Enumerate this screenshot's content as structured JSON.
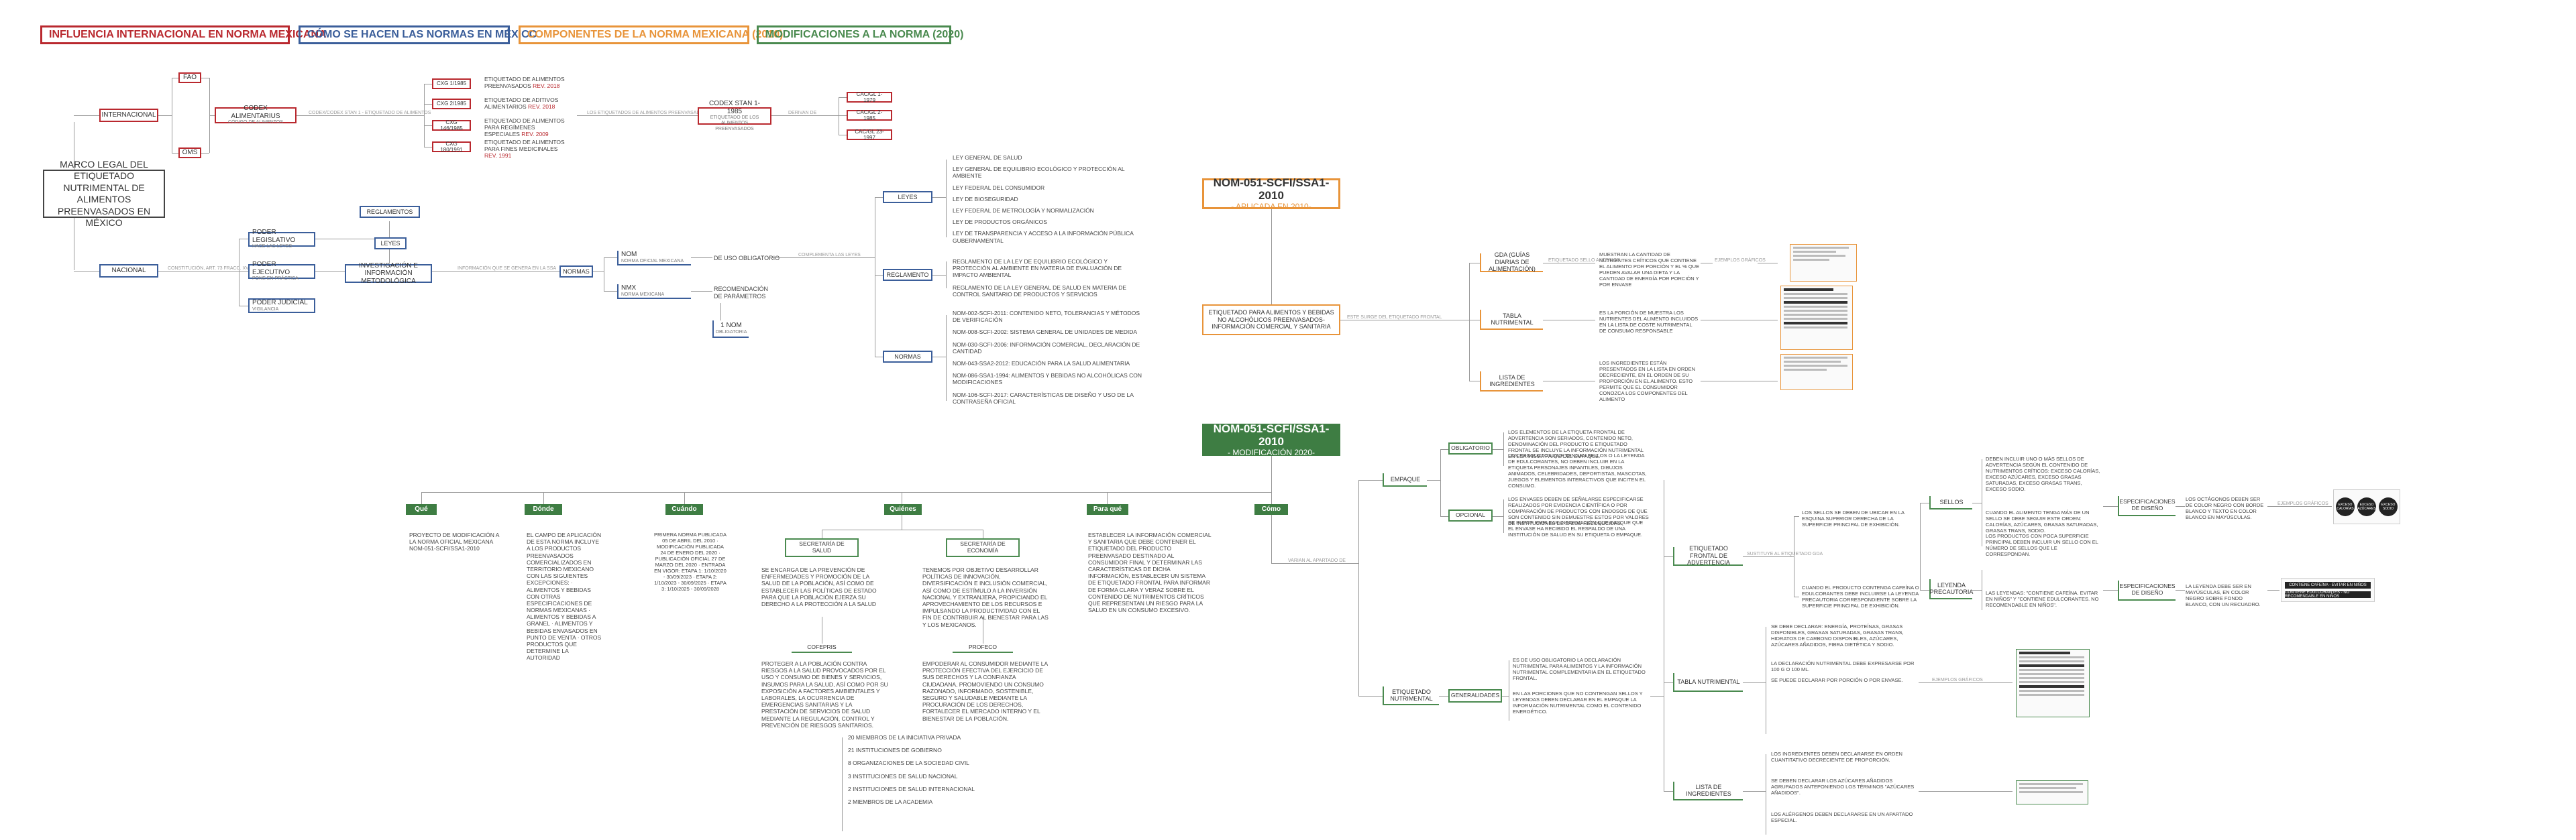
{
  "headers": [
    {
      "label": "INFLUENCIA INTERNACIONAL EN NORMA MEXICANA",
      "color": "#b9282e"
    },
    {
      "label": "CÓMO SE HACEN LAS NORMAS EN MÉXICO",
      "color": "#3b5e9a"
    },
    {
      "label": "COMPONENTES DE LA NORMA MEXICANA (2010)",
      "color": "#e8943a"
    },
    {
      "label": "MODIFICACIONES A LA NORMA (2020)",
      "color": "#4a8a4f"
    }
  ],
  "international": {
    "root": "INTERNACIONAL",
    "fao": "FAO",
    "oms": "OMS",
    "codex": "CODEX ALIMENTARIUS",
    "codex_sub": "CÓDIGO DE ALIMENTOS",
    "link_label": "CODEX/CODEX STAN 1 - ETIQUETADO DE ALIMENTOS",
    "cxg": [
      {
        "code": "CXG 1/1985",
        "text": "ETIQUETADO DE ALIMENTOS PREENVASADOS",
        "year": "REV. 2018"
      },
      {
        "code": "CXG 2/1985",
        "text": "ETIQUETADO DE ADITIVOS ALIMENTARIOS",
        "year": "REV. 2018"
      },
      {
        "code": "CXG 146/1985",
        "text": "ETIQUETADO DE ALIMENTOS PARA REGÍMENES ESPECIALES",
        "year": "REV. 2009"
      },
      {
        "code": "CXG 180/1991",
        "text": "ETIQUETADO DE ALIMENTOS PARA FINES MEDICINALES",
        "year": "REV. 1991"
      }
    ],
    "stan_link": "LOS ETIQUETADOS DE ALIMENTOS PREENVASADOS",
    "stan": "CODEX STAN 1-1985",
    "stan_sub": "ETIQUETADO DE LOS ALIMENTOS PREENVASADOS",
    "stan_rel": "DERIVAN DE",
    "cacgl": [
      "CAC/GL 1-1979",
      "CAC/GL 2-1985",
      "CAC/GL 23-1997"
    ]
  },
  "national": {
    "main_title": "MARCO LEGAL DEL ETIQUETADO NUTRIMENTAL DE ALIMENTOS PREENVASADOS EN MÉXICO",
    "root": "NACIONAL",
    "root_link": "CONSTITUCIÓN, ART. 73 FRACC. XVI",
    "poderes": [
      {
        "title": "PODER LEGISLATIVO",
        "sub": "HACE LAS LEYES"
      },
      {
        "title": "PODER EJECUTIVO",
        "sub": "PONE EN PRÁCTICA"
      },
      {
        "title": "PODER JUDICIAL",
        "sub": "VIGILANCIA"
      }
    ],
    "reglamentos": "REGLAMENTOS",
    "leyes": "LEYES",
    "investigacion": "INVESTIGACIÓN E INFORMACIÓN METODOLÓGICA",
    "inv_link": "INFORMACIÓN QUE SE GENERA EN LA SSA",
    "normas": "NORMAS",
    "nom": "NOM",
    "nom_sub": "NORMA OFICIAL MEXICANA",
    "nmx": "NMX",
    "nmx_sub": "NORMA MEXICANA",
    "uso_obligatorio": "DE USO OBLIGATORIO",
    "recomendacion": "RECOMENDACIÓN DE PARÁMETROS",
    "nom_count": "1 NOM",
    "nom_count_sub": "OBLIGATORIA",
    "mexico_link": "COMPLEMENTA LAS LEYES",
    "cat_leyes": "LEYES",
    "cat_reglamento": "REGLAMENTO",
    "cat_normas": "NORMAS",
    "leyes_list": [
      "LEY GENERAL DE SALUD",
      "LEY GENERAL DE EQUILIBRIO ECOLÓGICO Y PROTECCIÓN AL AMBIENTE",
      "LEY FEDERAL DEL CONSUMIDOR",
      "LEY DE BIOSEGURIDAD",
      "LEY FEDERAL DE METROLOGÍA Y NORMALIZACIÓN",
      "LEY DE PRODUCTOS ORGÁNICOS",
      "LEY DE TRANSPARENCIA Y ACCESO A LA INFORMACIÓN PÚBLICA GUBERNAMENTAL"
    ],
    "reglamento_list": [
      "REGLAMENTO DE LA LEY DE EQUILIBRIO ECOLÓGICO Y PROTECCIÓN AL AMBIENTE EN MATERIA DE EVALUACIÓN DE IMPACTO AMBIENTAL",
      "REGLAMENTO DE LA LEY GENERAL DE SALUD EN MATERIA DE CONTROL SANITARIO DE PRODUCTOS Y SERVICIOS"
    ],
    "normas_list": [
      "NOM-002-SCFI-2011: CONTENIDO NETO, TOLERANCIAS Y MÉTODOS DE VERIFICACIÓN",
      "NOM-008-SCFI-2002: SISTEMA GENERAL DE UNIDADES DE MEDIDA",
      "NOM-030-SCFI-2006: INFORMACIÓN COMERCIAL, DECLARACIÓN DE CANTIDAD",
      "NOM-043-SSA2-2012: EDUCACIÓN PARA LA SALUD ALIMENTARIA",
      "NOM-086-SSA1-1994: ALIMENTOS Y BEBIDAS NO ALCOHÓLICAS CON MODIFICACIONES",
      "NOM-106-SCFI-2017: CARACTERÍSTICAS DE DISEÑO Y USO DE LA CONTRASEÑA OFICIAL"
    ]
  },
  "nom2010": {
    "title": "NOM-051-SCFI/SSA1-2010",
    "sub": "- APLICADA EN 2010-",
    "etiquetado": "ETIQUETADO PARA ALIMENTOS Y BEBIDAS NO ALCOHÓLICOS PREENVASADOS-INFORMACIÓN COMERCIAL Y SANITARIA",
    "etiq_link": "ESTE SURGE DEL ETIQUETADO FRONTAL",
    "gda": "GDA (GUÍAS DIARIAS DE ALIMENTACIÓN)",
    "gda_link": "ETIQUETADO SELLO ANTERIOR",
    "gda_text": "MUESTRAN LA CANTIDAD DE NUTRIENTES CRÍTICOS QUE CONTIENE EL ALIMENTO POR PORCIÓN Y EL % QUE PUEDEN AVALAR UNA DIETA Y LA CANTIDAD DE ENERGÍA POR PORCIÓN Y POR ENVASE",
    "gda_ex": "EJEMPLOS GRÁFICOS",
    "tabla": "TABLA NUTRIMENTAL",
    "tabla_text": "ES LA PORCIÓN DE MUESTRA LOS NUTRIENTES DEL ALIMENTO INCLUIDOS EN LA LISTA DE COSTE NUTRIMENTAL DE CONSUMO RESPONSABLE",
    "lista": "LISTA DE INGREDIENTES",
    "lista_text": "LOS INGREDIENTES ESTÁN PRESENTADOS EN LA LISTA EN ORDEN DECRECIENTE, EN EL ORDEN DE SU PROPORCIÓN EN EL ALIMENTO. ESTO PERMITE QUE EL CONSUMIDOR CONOZCA LOS COMPONENTES DEL ALIMENTO"
  },
  "nom2020": {
    "title": "NOM-051-SCFI/SSA1-2010",
    "sub": "- MODIFICACIÓN 2020-",
    "cols": [
      {
        "title": "Qué",
        "text": "PROYECTO DE MODIFICACIÓN A LA NORMA OFICIAL MEXICANA NOM-051-SCFI/SSA1-2010"
      },
      {
        "title": "Dónde",
        "text": "EL CAMPO DE APLICACIÓN DE ESTA NORMA INCLUYE A LOS PRODUCTOS PREENVASADOS COMERCIALIZADOS EN TERRITORIO MEXICANO CON LAS SIGUIENTES EXCEPCIONES: · ALIMENTOS Y BEBIDAS CON OTRAS ESPECIFICACIONES DE NORMAS MEXICANAS · ALIMENTOS Y BEBIDAS A GRANEL · ALIMENTOS Y BEBIDAS ENVASADOS EN PUNTO DE VENTA · OTROS PRODUCTOS QUE DETERMINE LA AUTORIDAD"
      },
      {
        "title": "Cuándo",
        "text": "PRIMERA NORMA PUBLICADA 05 DE ABRIL DEL 2010 · MODIFICACIÓN PUBLICADA 24 DE ENERO DEL 2020 · PUBLICACIÓN OFICIAL 27 DE MARZO DEL 2020 · ENTRADA EN VIGOR: ETAPA 1: 1/10/2020 - 30/09/2023 · ETAPA 2: 1/10/2023 - 30/09/2025 · ETAPA 3: 1/10/2025 - 30/09/2028"
      },
      {
        "title": "Quiénes",
        "text": ""
      },
      {
        "title": "Para qué",
        "text": "ESTABLECER LA INFORMACIÓN COMERCIAL Y SANITARIA QUE DEBE CONTENER EL ETIQUETADO DEL PRODUCTO PREENVASADO DESTINADO AL CONSUMIDOR FINAL Y DETERMINAR LAS CARACTERÍSTICAS DE DICHA INFORMACIÓN, ESTABLECER UN SISTEMA DE ETIQUETADO FRONTAL PARA INFORMAR DE FORMA CLARA Y VERAZ SOBRE EL CONTENIDO DE NUTRIMENTOS CRÍTICOS QUE REPRESENTAN UN RIESGO PARA LA SALUD EN UN CONSUMO EXCESIVO."
      },
      {
        "title": "Cómo",
        "text": ""
      }
    ],
    "secretarias": [
      {
        "title": "SECRETARÍA DE SALUD",
        "text": "SE ENCARGA DE LA PREVENCIÓN DE ENFERMEDADES Y PROMOCIÓN DE LA SALUD DE LA POBLACIÓN, ASÍ COMO DE ESTABLECER LAS POLÍTICAS DE ESTADO PARA QUE LA POBLACIÓN EJERZA SU DERECHO A LA PROTECCIÓN A LA SALUD"
      },
      {
        "title": "SECRETARÍA DE ECONOMÍA",
        "text": "TENEMOS POR OBJETIVO DESARROLLAR POLÍTICAS DE INNOVACIÓN, DIVERSIFICACIÓN E INCLUSIÓN COMERCIAL, ASÍ COMO DE ESTÍMULO A LA INVERSIÓN NACIONAL Y EXTRANJERA, PROPICIANDO EL APROVECHAMIENTO DE LOS RECURSOS E IMPULSANDO LA PRODUCTIVIDAD CON EL FIN DE CONTRIBUIR AL BIENESTAR PARA LAS Y LOS MEXICANOS."
      }
    ],
    "cofepris": {
      "title": "COFEPRIS",
      "text": "PROTEGER A LA POBLACIÓN CONTRA RIESGOS A LA SALUD PROVOCADOS POR EL USO Y CONSUMO DE BIENES Y SERVICIOS, INSUMOS PARA LA SALUD, ASÍ COMO POR SU EXPOSICIÓN A FACTORES AMBIENTALES Y LABORALES, LA OCURRENCIA DE EMERGENCIAS SANITARIAS Y LA PRESTACIÓN DE SERVICIOS DE SALUD MEDIANTE LA REGULACIÓN, CONTROL Y PREVENCIÓN DE RIESGOS SANITARIOS."
    },
    "profeco": {
      "title": "PROFECO",
      "text": "EMPODERAR AL CONSUMIDOR MEDIANTE LA PROTECCIÓN EFECTIVA DEL EJERCICIO DE SUS DERECHOS Y LA CONFIANZA CIUDADANA, PROMOVIENDO UN CONSUMO RAZONADO, INFORMADO, SOSTENIBLE, SEGURO Y SALUDABLE MEDIANTE LA PROCURACIÓN DE LOS DERECHOS, FORTALECER EL MERCADO INTERNO Y EL BIENESTAR DE LA POBLACIÓN."
    },
    "participantes": [
      "20 MIEMBROS DE LA INICIATIVA PRIVADA",
      "21 INSTITUCIONES DE GOBIERNO",
      "8 ORGANIZACIONES DE LA SOCIEDAD CIVIL",
      "3 INSTITUCIONES DE SALUD NACIONAL",
      "2 INSTITUCIONES DE SALUD INTERNACIONAL",
      "2 MIEMBROS DE LA ACADEMIA"
    ],
    "como": {
      "link": "VARIAN AL APARTADO DE",
      "empaque": "EMPAQUE",
      "obligatorio": "OBLIGATORIO",
      "opcional": "OPCIONAL",
      "obligatorio_text": "LOS ELEMENTOS DE LA ETIQUETA FRONTAL DE ADVERTENCIA SON SERIADOS, CONTENIDO NETO, DENOMINACIÓN DEL PRODUCTO E ETIQUETADO FRONTAL SE INCLUYE LA INFORMACIÓN NUTRIMENTAL EN ESA MISMA PARTE DEL EMPAQUE.",
      "obligatorio_text2": "LOS PRODUCTOS QUE TENGAN SELLOS O LA LEYENDA DE EDULCORANTES, NO DEBEN INCLUIR EN LA ETIQUETA PERSONAJES INFANTILES, DIBUJOS ANIMADOS, CELEBRIDADES, DEPORTISTAS, MASCOTAS, JUEGOS Y ELEMENTOS INTERACTIVOS QUE INCITEN EL CONSUMO.",
      "opcional_text": "LOS ENVASES DEBEN DE SEÑALARSE ESPECIFICARSE REALIZADOS POR EVIDENCIA CIENTÍFICA O POR COMPARACIÓN DE PRODUCTOS CON ENDOSOS DE QUE SON CONTENIDO SIN DEMUESTRE ESTOS POR VALORES DE INSTITUCIONES DE SALUD RECONOCIDAS.",
      "opcional_text2": "SE PUEDE EMPLEAR INFORMACIÓN QUE INDIQUE QUE EL ENVASE HA RECIBIDO EL RESPALDO DE UNA INSTITUCIÓN DE SALUD EN SU ETIQUETA O EMPAQUE.",
      "etiq_frontal": "ETIQUETADO FRONTAL DE ADVERTENCIA",
      "etiq_frontal_link": "SUSTITUYE AL ETIQUETADO GDA",
      "sellos": "SELLOS",
      "leyenda": "LEYENDA PRECAUTORIA",
      "espec1": "ESPECIFICACIONES DE DISEÑO",
      "espec2": "ESPECIFICACIONES DE DISEÑO",
      "ejemplos": "EJEMPLOS GRÁFICOS",
      "etiq_nutri": "ETIQUETADO NUTRIMENTAL",
      "generalidades": "GENERALIDADES",
      "tabla": "TABLA NUTRIMENTAL",
      "lista": "LISTA DE INGREDIENTES",
      "sellos_text": "DEBEN INCLUIR UNO O MÁS SELLOS DE ADVERTENCIA SEGÚN EL CONTENIDO DE NUTRIMENTOS CRÍTICOS: EXCESO CALORÍAS, EXCESO AZÚCARES, EXCESO GRASAS SATURADAS, EXCESO GRASAS TRANS, EXCESO SODIO.",
      "sellos_text2": "LOS SELLOS SE DEBEN DE UBICAR EN LA ESQUINA SUPERIOR DERECHA DE LA SUPERFICIE PRINCIPAL DE EXHIBICIÓN.",
      "sellos_text3": "CUANDO EL ALIMENTO TENGA MÁS DE UN SELLO SE DEBE SEGUIR ESTE ORDEN: CALORÍAS, AZÚCARES, GRASAS SATURADAS, GRASAS TRANS, SODIO.",
      "sellos_text4": "LOS PRODUCTOS CON POCA SUPERFICIE PRINCIPAL DEBEN INCLUIR UN SELLO CON EL NÚMERO DE SELLOS QUE LE CORRESPONDAN.",
      "espec1_text": "LOS OCTÁGONOS DEBEN SER DE COLOR NEGRO CON BORDE BLANCO Y TEXTO EN COLOR BLANCO EN MAYÚSCULAS.",
      "leyenda_text": "CUANDO EL PRODUCTO CONTENGA CAFEÍNA O EDULCORANTES DEBE INCLUIRSE LA LEYENDA PRECAUTORIA CORRESPONDIENTE SOBRE LA SUPERFICIE PRINCIPAL DE EXHIBICIÓN.",
      "leyenda_text2": "LAS LEYENDAS: \"CONTIENE CAFEÍNA. EVITAR EN NIÑOS\" Y \"CONTIENE EDULCORANTES. NO RECOMENDABLE EN NIÑOS\".",
      "espec2_text": "LA LEYENDA DEBE SER EN MAYÚSCULAS, EN COLOR NEGRO SOBRE FONDO BLANCO, CON UN RECUADRO.",
      "bar1": "CONTIENE CAFEÍNA - EVITAR EN NIÑOS",
      "bar2": "CONTIENE EDULCORANTES - NO RECOMENDABLE EN NIÑOS",
      "oct": [
        "EXCESO CALORÍAS",
        "EXCESO AZÚCARES",
        "EXCESO SODIO"
      ],
      "gen_text": "ES DE USO OBLIGATORIO LA DECLARACIÓN NUTRIMENTAL PARA ALIMENTOS Y LA INFORMACIÓN NUTRIMENTAL COMPLEMENTARIA EN EL ETIQUETADO FRONTAL.",
      "gen_text2": "EN LAS PORCIONES QUE NO CONTENGAN SELLOS Y LEYENDAS DEBEN DECLARAR EN EL EMPAQUE LA INFORMACIÓN NUTRIMENTAL COMO EL CONTENIDO ENERGÉTICO.",
      "tabla_text": "SE DEBE DECLARAR: ENERGÍA, PROTEÍNAS, GRASAS DISPONIBLES, GRASAS SATURADAS, GRASAS TRANS, HIDRATOS DE CARBONO DISPONIBLES, AZÚCARES, AZÚCARES AÑADIDOS, FIBRA DIETÉTICA Y SODIO.",
      "tabla_text2": "LA DECLARACIÓN NUTRIMENTAL DEBE EXPRESARSE POR 100 G O 100 ML.",
      "tabla_text3": "SE PUEDE DECLARAR POR PORCIÓN O POR ENVASE.",
      "lista_text": "LOS INGREDIENTES DEBEN DECLARARSE EN ORDEN CUANTITATIVO DECRECIENTE DE PROPORCIÓN.",
      "lista_text2": "SE DEBEN DECLARAR LOS AZÚCARES AÑADIDOS AGRUPADOS ANTEPONIENDO LOS TÉRMINOS \"AZÚCARES AÑADIDOS\".",
      "lista_text3": "LOS ALÉRGENOS DEBEN DECLARARSE EN UN APARTADO ESPECIAL."
    },
    "tabla_ex": "EJEMPLOS GRÁFICOS"
  }
}
